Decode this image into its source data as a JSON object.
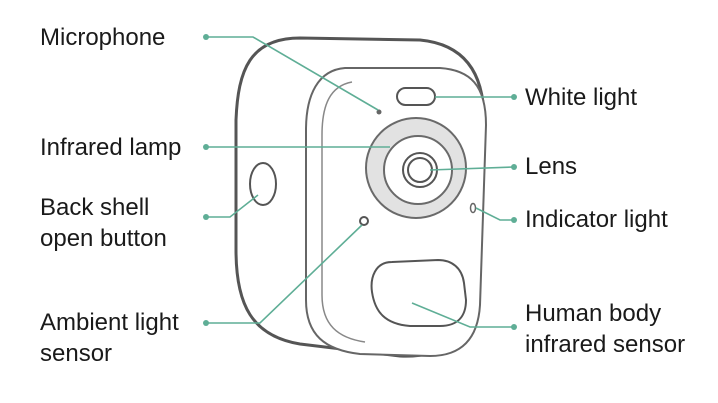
{
  "colors": {
    "leader": "#5fae96",
    "outline": "#555555",
    "body_fill": "#ffffff",
    "ring_fill": "#e2e2e2",
    "text": "#1a1a1a"
  },
  "labels": {
    "microphone": "Microphone",
    "infrared_lamp": "Infrared lamp",
    "back_shell_line1": "Back shell",
    "back_shell_line2": "open button",
    "ambient_line1": "Ambient light",
    "ambient_line2": "sensor",
    "white_light": "White light",
    "lens": "Lens",
    "indicator_light": "Indicator light",
    "human_line1": "Human body",
    "human_line2": "infrared sensor"
  }
}
